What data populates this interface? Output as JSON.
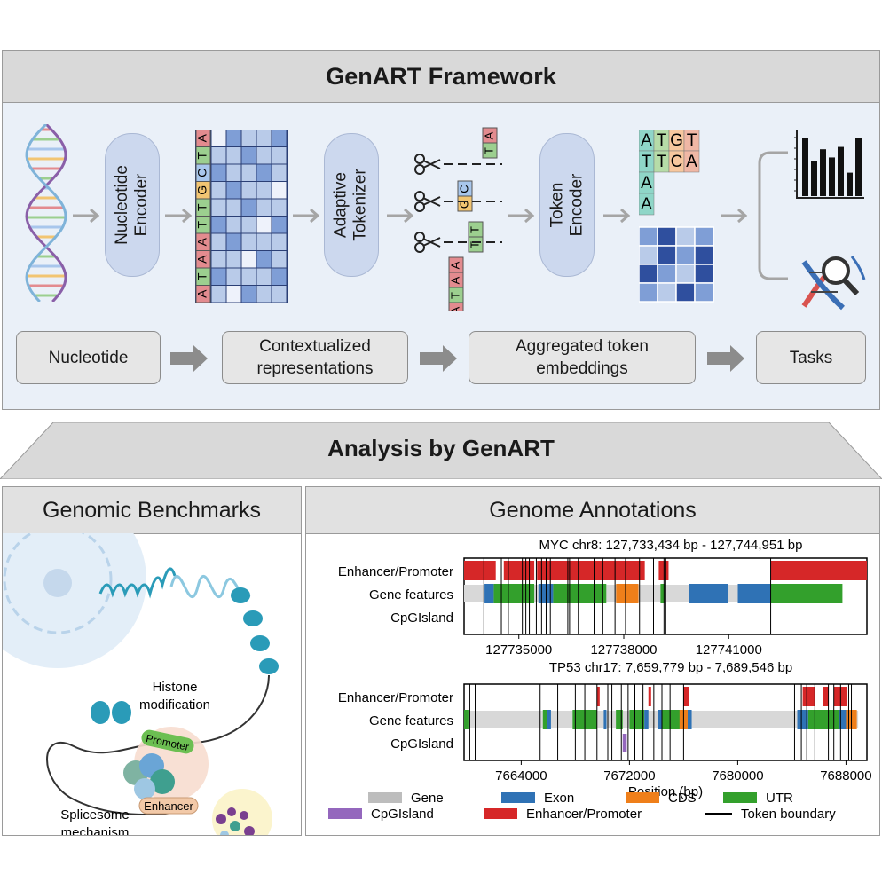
{
  "framework": {
    "title": "GenART Framework",
    "nucleotide_encoder": "Nucleotide\nEncoder",
    "adaptive_tokenizer": "Adaptive\nTokenizer",
    "token_encoder": "Token\nEncoder",
    "stages": [
      "Nucleotide",
      "Contextualized\nrepresentations",
      "Aggregated token\nembeddings",
      "Tasks"
    ],
    "sequence_letters": [
      "A",
      "T",
      "A",
      "A",
      "T",
      "T",
      "G",
      "C",
      "T",
      "A"
    ],
    "token_groups": [
      [
        "A",
        "T",
        "A",
        "A"
      ],
      [
        "T",
        "T"
      ],
      [
        "G",
        "C"
      ],
      [
        "T",
        "A"
      ]
    ],
    "token_matrix_letters": [
      [
        "A",
        "T",
        "G",
        "T"
      ],
      [
        "T",
        "T",
        "C",
        "A"
      ],
      [
        "A"
      ],
      [
        "A"
      ]
    ],
    "bar_chart_values": [
      5,
      3,
      4,
      3.3,
      4.2,
      2,
      5
    ]
  },
  "analysis": {
    "title": "Analysis by GenART",
    "left_panel_title": "Genomic Benchmarks",
    "right_panel_title": "Genome Annotations",
    "illustration_labels": {
      "histone": "Histone\nmodification",
      "promoter": "Promoter",
      "enhancer": "Enhancer",
      "splicesome": "Splicesome\nmechanism"
    }
  },
  "chart_data": [
    {
      "type": "track",
      "title": "MYC  chr8: 127,733,434 bp - 127,744,951 bp",
      "track_labels": [
        "Enhancer/Promoter",
        "Gene features",
        "CpGIsland"
      ],
      "xlim": [
        127733434,
        127744951
      ],
      "x_ticks": [
        127735000,
        127738000,
        127741000
      ],
      "enhancer_promoter": [
        [
          127733434,
          127734340
        ],
        [
          127734570,
          127735440
        ],
        [
          127735520,
          127738600
        ],
        [
          127739000,
          127739280
        ],
        [
          127742200,
          127744951
        ]
      ],
      "gene": [
        [
          127733434,
          127742640
        ]
      ],
      "exon": [
        [
          127734020,
          127734280
        ],
        [
          127735560,
          127735980
        ],
        [
          127738040,
          127738380
        ],
        [
          127739860,
          127740980
        ],
        [
          127741260,
          127742210
        ]
      ],
      "cds": [
        [
          127737780,
          127738420
        ]
      ],
      "utr": [
        [
          127734280,
          127735440
        ],
        [
          127735980,
          127737500
        ],
        [
          127739050,
          127739200
        ],
        [
          127742210,
          127744251
        ]
      ],
      "cpg_island": [],
      "token_boundaries": [
        127734000,
        127734500,
        127734700,
        127735100,
        127735200,
        127735300,
        127735500,
        127735650,
        127735780,
        127735900,
        127736400,
        127736450,
        127736700,
        127737150,
        127737400,
        127737750,
        127738050,
        127738450,
        127738850,
        127739150,
        127739200,
        127742200
      ]
    },
    {
      "type": "track",
      "title": "TP53  chr17: 7,659,779 bp - 7,689,546 bp",
      "track_labels": [
        "Enhancer/Promoter",
        "Gene features",
        "CpGIsland"
      ],
      "xlim": [
        7659779,
        7689546
      ],
      "x_ticks": [
        7664000,
        7672000,
        7680000,
        7688000
      ],
      "enhancer_promoter": [
        [
          7669600,
          7669800
        ],
        [
          7673400,
          7673600
        ],
        [
          7676000,
          7676400
        ],
        [
          7684800,
          7685700
        ],
        [
          7686300,
          7686700
        ],
        [
          7687100,
          7688100
        ]
      ],
      "gene": [
        [
          7659779,
          7688900
        ]
      ],
      "exon": [
        [
          7665900,
          7666200
        ],
        [
          7670100,
          7670300
        ],
        [
          7673100,
          7673400
        ],
        [
          7674100,
          7674400
        ],
        [
          7676300,
          7676600
        ],
        [
          7684400,
          7685200
        ],
        [
          7687500,
          7688100
        ]
      ],
      "cds": [
        [
          7675700,
          7676300
        ],
        [
          7688000,
          7688800
        ]
      ],
      "utr": [
        [
          7659779,
          7660100
        ],
        [
          7665600,
          7665900
        ],
        [
          7667800,
          7669600
        ],
        [
          7671000,
          7671500
        ],
        [
          7672000,
          7673100
        ],
        [
          7674400,
          7676000
        ],
        [
          7685200,
          7688000
        ]
      ],
      "cpg_island": [
        [
          7671500,
          7671800
        ]
      ],
      "token_boundaries": [
        7660200,
        7660600,
        7665400,
        7666700,
        7668000,
        7668700,
        7669600,
        7670400,
        7670700,
        7671400,
        7671900,
        7672400,
        7673000,
        7673800,
        7674400,
        7675000,
        7676000,
        7676400,
        7684200,
        7684700,
        7685100,
        7685700,
        7686300,
        7686700,
        7687100,
        7687600,
        7688200,
        7688400
      ],
      "xlabel": "Position (bp)"
    }
  ],
  "legend": [
    {
      "label": "Gene",
      "color": "#bdbdbd",
      "kind": "patch"
    },
    {
      "label": "Exon",
      "color": "#2f72b5",
      "kind": "patch"
    },
    {
      "label": "CDS",
      "color": "#ef7f1a",
      "kind": "patch"
    },
    {
      "label": "UTR",
      "color": "#33a02c",
      "kind": "patch"
    },
    {
      "label": "CpGIsland",
      "color": "#9467bd",
      "kind": "patch"
    },
    {
      "label": "Enhancer/Promoter",
      "color": "#d62728",
      "kind": "patch"
    },
    {
      "label": "Token boundary",
      "color": "#000000",
      "kind": "line"
    }
  ],
  "colors": {
    "A": "#e38b8f",
    "T": "#9ccf8f",
    "G": "#f2c572",
    "C": "#a8c6ec",
    "matrix_light": "#b9cbe9",
    "matrix_mid": "#7f9ed6",
    "matrix_dark": "#2f4f9e",
    "pill": "#ccd8ee",
    "panel_bg": "#eaf0f8"
  }
}
